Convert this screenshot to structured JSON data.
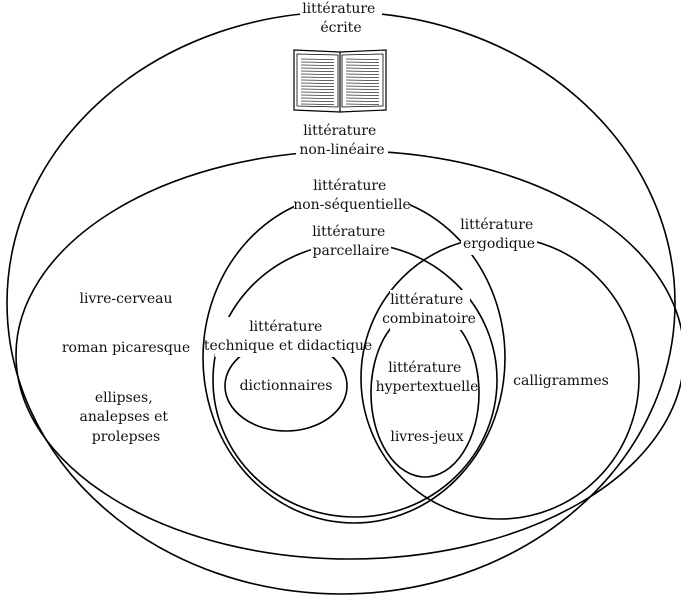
{
  "sets": {
    "ecrite": [
      "littérature",
      "écrite"
    ],
    "non_lineaire": [
      "littérature",
      "non-linéaire"
    ],
    "non_sequentielle": [
      "littérature",
      "non-séquentielle"
    ],
    "parcellaire": [
      "littérature",
      "parcellaire"
    ],
    "ergodique": [
      "littérature",
      "ergodique"
    ],
    "technique": [
      "littérature",
      "technique et didactique"
    ],
    "combinatoire": [
      "littérature",
      "combinatoire"
    ]
  },
  "items": {
    "livre_cerveau": "livre-cerveau",
    "roman_picaresque": "roman picaresque",
    "ellipses": [
      "ellipses,",
      "analepses et",
      "prolepses"
    ],
    "dictionnaires": "dictionnaires",
    "hypertextuelle": [
      "littérature",
      "hypertextuelle"
    ],
    "livres_jeux": "livres-jeux",
    "calligrammes": "calligrammes"
  },
  "icons": {
    "book": "open-book-icon"
  }
}
